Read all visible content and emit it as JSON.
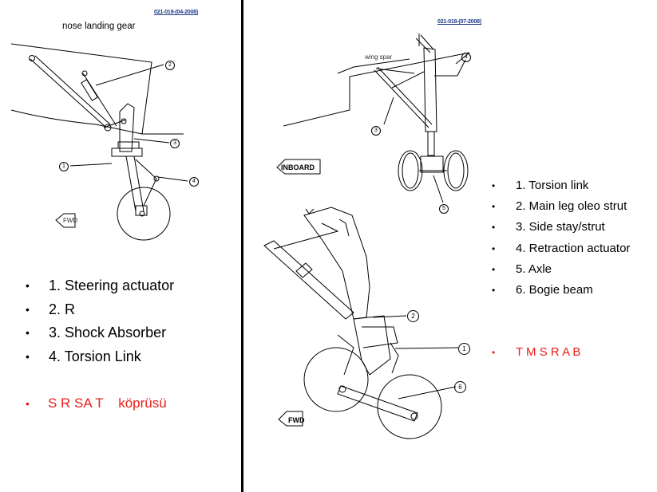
{
  "left_panel": {
    "ref_code": "021-019-(04-2008)",
    "title": "nose landing gear",
    "callouts": [
      "1",
      "2",
      "3",
      "4"
    ],
    "fwd_label": "FWD",
    "items": [
      "1. Steering actuator",
      "2. R",
      "3. Shock Absorber",
      "4. Torsion Link"
    ],
    "mnemonic": "S R SA T    köprüsü"
  },
  "right_panel": {
    "ref_code": "021-018-(07-2008)",
    "wing_spar_label": "wing spar",
    "inboard_label": "INBOARD",
    "fwd_label": "FWD",
    "callouts_top": [
      "3",
      "4",
      "5"
    ],
    "callouts_bottom": [
      "1",
      "2",
      "6"
    ],
    "items": [
      "1. Torsion link",
      "2. Main leg oleo strut",
      "3. Side stay/strut",
      "4. Retraction actuator",
      "5. Axle",
      "6. Bogie beam"
    ],
    "mnemonic": "T M S R A B"
  },
  "colors": {
    "mnemonic": "#e8201a",
    "ref_code": "#1f3a8a",
    "divider": "#000000"
  }
}
